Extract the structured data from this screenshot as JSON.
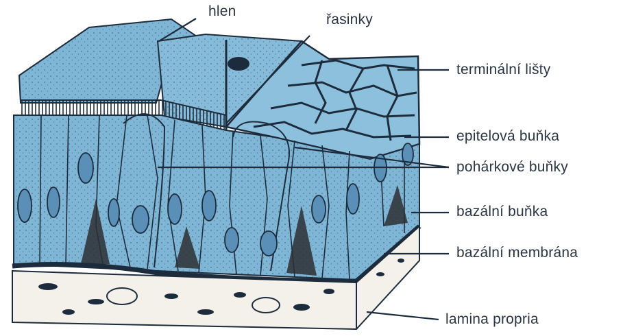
{
  "labels": {
    "hlen": "hlen",
    "rasinky": "řasinky",
    "terminalni_listy": "terminální lišty",
    "epitelova_bunka": "epitelová buňka",
    "pohar_bunky": "pohárkové  buňky",
    "bazalni_bunka": "bazální buňka",
    "bazalni_membrana": "bazální membrána",
    "lamina_propria": "lamina propria"
  },
  "colors": {
    "epithelium": "#7fb6d6",
    "epithelium_dark": "#5f97bb",
    "outline": "#1d2c3c",
    "lamina": "#f4f1ea",
    "ink": "#2b3544"
  },
  "icons": {
    "tissue_block": "epithelium-block-illustration"
  }
}
